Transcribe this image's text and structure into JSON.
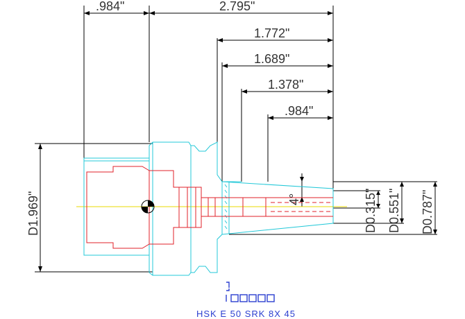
{
  "dimensions": {
    "top_left": ".984\"",
    "top_total": "2.795\"",
    "d1": "1.772\"",
    "d2": "1.689\"",
    "d3": "1.378\"",
    "d4": ".984\"",
    "diameter_left": "D1.969\"",
    "taper_angle": "4°",
    "d_small": "D0.315\"",
    "d_mid": "D0.551\"",
    "d_large": "D0.787\""
  },
  "caption": "HSK E 50 SRK 8X 45",
  "colors": {
    "outline": "#23c8d8",
    "internal": "#e0202a",
    "centerline": "#e8d800",
    "brand": "#2b3fd0"
  }
}
